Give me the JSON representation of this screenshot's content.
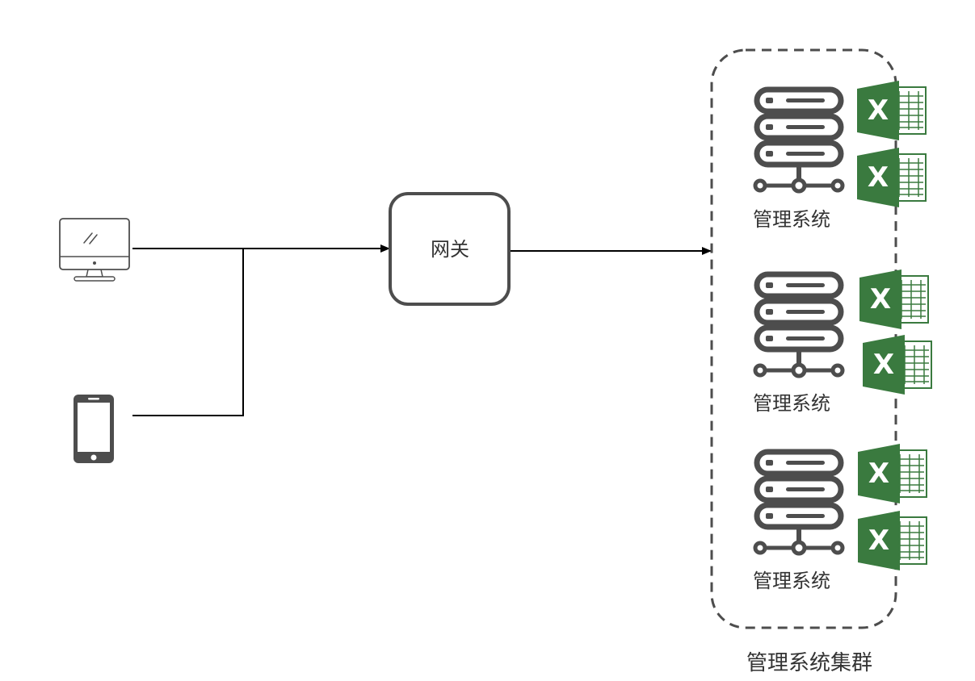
{
  "gateway": {
    "label": "网关"
  },
  "cluster": {
    "label": "管理系统集群",
    "nodes": [
      {
        "label": "管理系统",
        "attachments": [
          "excel-icon",
          "excel-icon"
        ]
      },
      {
        "label": "管理系统",
        "attachments": [
          "excel-icon",
          "excel-icon"
        ]
      },
      {
        "label": "管理系统",
        "attachments": [
          "excel-icon",
          "excel-icon"
        ]
      }
    ]
  },
  "clients": [
    {
      "icon": "desktop-icon"
    },
    {
      "icon": "smartphone-icon"
    }
  ],
  "excel_letter": "X",
  "colors": {
    "stroke": "#4d4d4d",
    "excel_green": "#3a7a3f",
    "edge": "#000000"
  }
}
